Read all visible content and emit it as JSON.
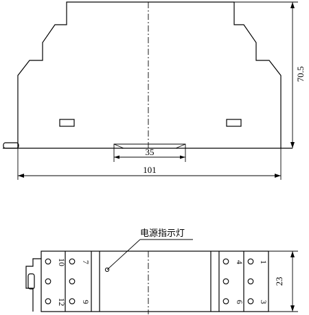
{
  "dimensions": {
    "height": "70.5",
    "rail_width": "35",
    "total_width": "101",
    "front_height": "23"
  },
  "callout": {
    "power_indicator": "电源指示灯"
  },
  "terminals": {
    "left_col1": [
      "10",
      "",
      "12"
    ],
    "left_col2": [
      "7",
      "",
      "9"
    ],
    "right_col1": [
      "4",
      "",
      "6"
    ],
    "right_col2": [
      "1",
      "",
      "3"
    ]
  }
}
